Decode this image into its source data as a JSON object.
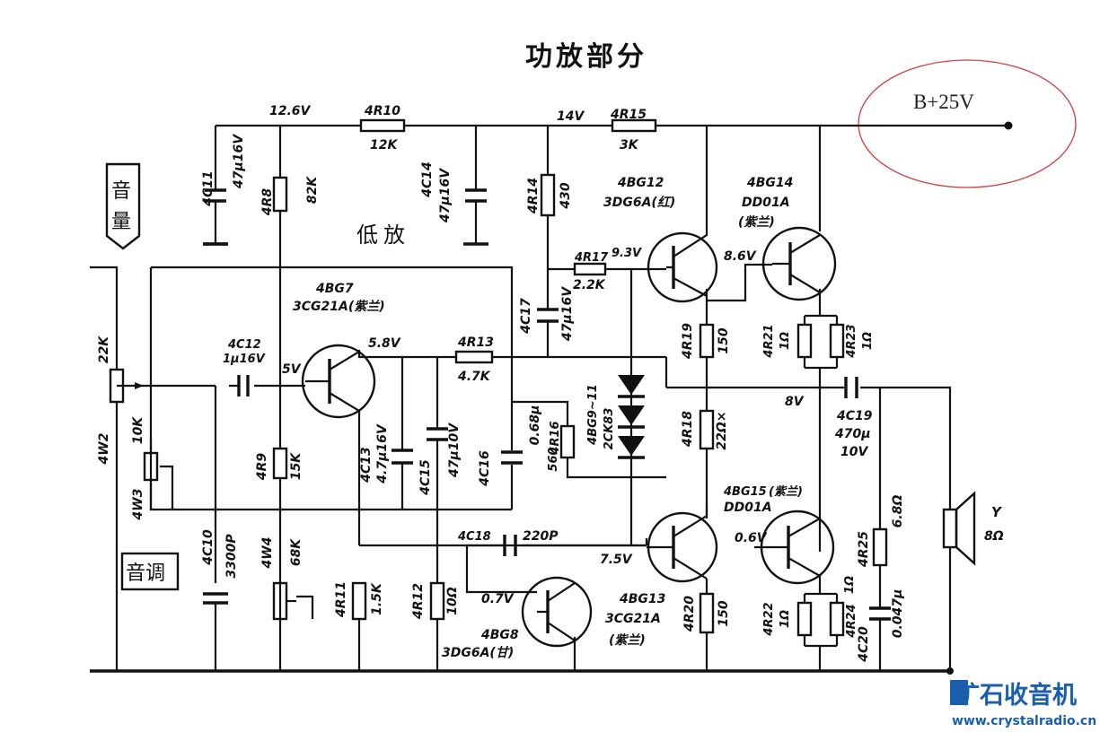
{
  "title": "功放部分",
  "supply_note": "B+25V",
  "sections": {
    "low_amp": "低放",
    "volume_tag": [
      "音",
      "量"
    ],
    "tone_tag": "音调"
  },
  "nodes": {
    "n_12_6v": "12.6V",
    "n_14v": "14V",
    "n_5v": "5V",
    "n_5_8v": "5.8V",
    "n_9_3v": "9.3V",
    "n_8_6v": "8.6V",
    "n_8v": "8V",
    "n_7_5v": "7.5V",
    "n_0_6v": "0.6V",
    "n_0_7v": "0.7V"
  },
  "components": {
    "r10": {
      "ref": "4R10",
      "value": "12K"
    },
    "r15": {
      "ref": "4R15",
      "value": "3K"
    },
    "c11": {
      "ref": "4C11",
      "value": "47μ16V"
    },
    "r8": {
      "ref": "4R8",
      "value": "82K"
    },
    "c14": {
      "ref": "4C14",
      "value": "47μ16V"
    },
    "r14": {
      "ref": "4R14",
      "value": "430"
    },
    "bg12": {
      "ref": "4BG12",
      "type": "3DG6A(红)"
    },
    "bg14": {
      "ref": "4BG14",
      "type": "DD01A",
      "note": "(紫兰)"
    },
    "r17": {
      "ref": "4R17",
      "value": "2.2K"
    },
    "bg7": {
      "ref": "4BG7",
      "type": "3CG21A(紫兰)"
    },
    "c12": {
      "ref": "4C12",
      "value": "1μ16V"
    },
    "r13": {
      "ref": "4R13",
      "value": "4.7K"
    },
    "c17": {
      "ref": "4C17",
      "value": "47μ16V"
    },
    "r19": {
      "ref": "4R19",
      "value": "150"
    },
    "r21": {
      "ref": "4R21",
      "value": "1Ω"
    },
    "r23": {
      "ref": "4R23",
      "value": "1Ω"
    },
    "w2": {
      "ref": "4W2",
      "value": "22K"
    },
    "w3": {
      "ref": "4W3",
      "value": "10K"
    },
    "r9": {
      "ref": "4R9",
      "value": "15K"
    },
    "c13": {
      "ref": "4C13",
      "value": "4.7μ16V"
    },
    "c15": {
      "ref": "4C15",
      "value": "47μ10V"
    },
    "c16": {
      "ref": "4C16",
      "value": "0.68μ"
    },
    "r16": {
      "ref": "4R16",
      "value": "560"
    },
    "bg911": {
      "ref": "4BG9~11",
      "type": "2CK83"
    },
    "r18": {
      "ref": "4R18",
      "value": "22Ω×"
    },
    "c19": {
      "ref": "4C19",
      "value": "470μ",
      "rating": "10V"
    },
    "bg15": {
      "ref": "4BG15",
      "type": "DD01A",
      "note": "(紫兰)"
    },
    "c18": {
      "ref": "4C18",
      "value": "220P"
    },
    "c10": {
      "ref": "4C10",
      "value": "3300P"
    },
    "w4": {
      "ref": "4W4",
      "value": "68K"
    },
    "r11": {
      "ref": "4R11",
      "value": "1.5K"
    },
    "r12": {
      "ref": "4R12",
      "value": "10Ω"
    },
    "bg8": {
      "ref": "4BG8",
      "type": "3DG6A(甘)"
    },
    "bg13": {
      "ref": "4BG13",
      "type": "3CG21A",
      "note": "(紫兰)"
    },
    "r20": {
      "ref": "4R20",
      "value": "150"
    },
    "r22": {
      "ref": "4R22",
      "value": "1Ω"
    },
    "r24": {
      "ref": "4R24",
      "value": "1Ω"
    },
    "r25": {
      "ref": "4R25",
      "value": "6.8Ω"
    },
    "c20": {
      "ref": "4C20",
      "value": "0.047μ"
    },
    "speaker": {
      "ref": "Y",
      "value": "8Ω"
    }
  },
  "watermark": {
    "brand": "矿石收音机",
    "url": "www.crystalradio.cn"
  },
  "colors": {
    "ink": "#111111",
    "annotation": "#d23c3c",
    "brand": "#1a5fae"
  }
}
